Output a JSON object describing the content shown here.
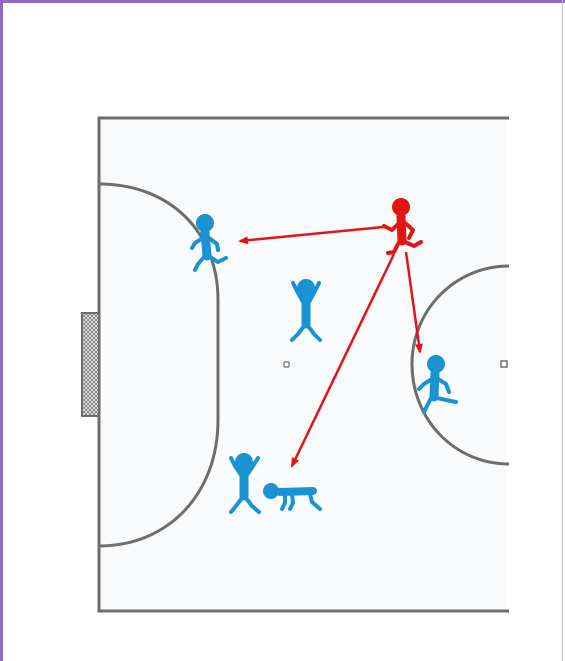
{
  "diagram": {
    "type": "futsal-drill",
    "colors": {
      "frame": "#8e6cc6",
      "pitch_background": "#f9fafb",
      "pitch_lines": "#6d6d6d",
      "goal_net": "#8c8c8c",
      "attacker": "#e51414",
      "defenders": "#1b93d2",
      "pass_arrows": "#e51414"
    },
    "players": [
      {
        "id": "red-passer",
        "team": "red",
        "pose": "running"
      },
      {
        "id": "blue-left-wing",
        "team": "blue",
        "pose": "running"
      },
      {
        "id": "blue-center",
        "team": "blue",
        "pose": "arms-up"
      },
      {
        "id": "blue-right",
        "team": "blue",
        "pose": "running"
      },
      {
        "id": "blue-low-standing",
        "team": "blue",
        "pose": "arms-up"
      },
      {
        "id": "blue-low-pushup",
        "team": "blue",
        "pose": "push-up"
      }
    ],
    "passes": [
      {
        "from": "red-passer",
        "to": "blue-left-wing"
      },
      {
        "from": "red-passer",
        "to": "blue-right"
      },
      {
        "from": "red-passer",
        "to": "blue-low-standing"
      }
    ]
  }
}
